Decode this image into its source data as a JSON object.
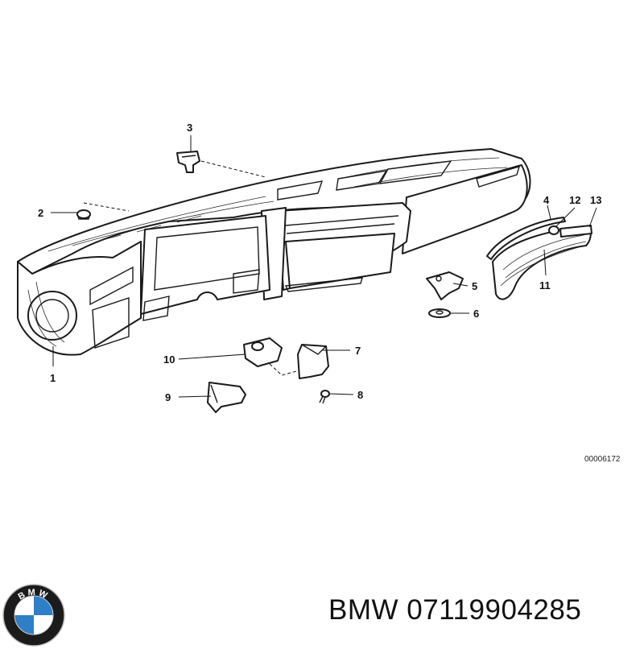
{
  "diagram": {
    "callouts": [
      "1",
      "2",
      "3",
      "4",
      "5",
      "6",
      "7",
      "8",
      "9",
      "10",
      "11",
      "12",
      "13"
    ],
    "drawing_number": "00006172"
  },
  "caption": {
    "brand": "BMW",
    "part_number": "07119904285"
  },
  "logo": {
    "text": "BMW",
    "colors": {
      "ring": "#1b1b1b",
      "blue": "#2f7fc8",
      "white": "#ffffff"
    }
  }
}
